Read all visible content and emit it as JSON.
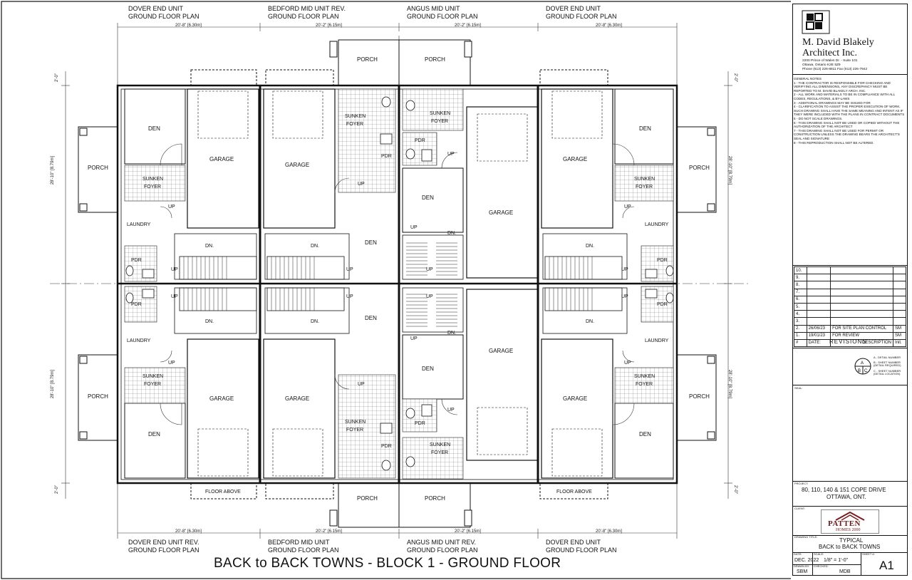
{
  "drawing": {
    "title": "BACK to BACK TOWNS - BLOCK 1 - GROUND FLOOR"
  },
  "top_headers": [
    {
      "line1": "DOVER END UNIT",
      "line2": "GROUND FLOOR PLAN",
      "dim": "20'-8\" [6.30m]"
    },
    {
      "line1": "BEDFORD MID UNIT REV.",
      "line2": "GROUND FLOOR PLAN",
      "dim": "20'-2\" [6.15m]"
    },
    {
      "line1": "ANGUS MID UNIT",
      "line2": "GROUND FLOOR PLAN",
      "dim": "20'-2\" [6.15m]"
    },
    {
      "line1": "DOVER END UNIT",
      "line2": "GROUND FLOOR PLAN",
      "dim": "20'-8\" [6.30m]"
    }
  ],
  "bottom_headers": [
    {
      "line1": "DOVER END UNIT REV.",
      "line2": "GROUND FLOOR PLAN",
      "dim": "20'-8\" [6.30m]"
    },
    {
      "line1": "BEDFORD MID UNIT",
      "line2": "GROUND FLOOR PLAN",
      "dim": "20'-2\" [6.15m]"
    },
    {
      "line1": "ANGUS MID UNIT REV.",
      "line2": "GROUND FLOOR PLAN",
      "dim": "20'-2\" [6.15m]"
    },
    {
      "line1": "DOVER END UNIT",
      "line2": "GROUND FLOOR PLAN",
      "dim": "20'-8\" [6.30m]"
    }
  ],
  "side_dims": {
    "porch": "2'-0\"",
    "unit": "28'-10\" [8.79m]"
  },
  "rooms": {
    "den": "DEN",
    "garage": "GARAGE",
    "porch": "PORCH",
    "sunken": "SUNKEN",
    "foyer": "FOYER",
    "laundry": "LAUNDRY",
    "pdr": "PDR",
    "up": "UP",
    "dn": "DN.",
    "floor_above": "FLOOR ABOVE"
  },
  "title_block": {
    "firm_line1": "M. David Blakely",
    "firm_line2": "Architect Inc.",
    "address1": "2200 Prince of Wales Dr. - Suite 101",
    "address2": "Ottawa, Ontario   K2E 5Z9",
    "phone": "Phone (613) 226-8811  Fax (613) 226-7942",
    "notes_title": "GENERAL NOTES",
    "notes": [
      "1 - THE CONTRACTOR IS RESPONSIBLE FOR CHECKING AND VERIFYING ALL DIMENSIONS, ANY DISCREPANCY MUST BE REPORTED TO M. DAVID BLAKELY ARCH. INC.",
      "2 - ALL WORK AND MATERIALS TO BE IN COMPLIANCE WITH ALL CODES, REGULATIONS, & BY-LAWS",
      "3 - ADDITIONAL DRAWINGS MAY BE ISSUED FOR",
      "4 - CLARIFICATION TO ASSIST THE PROPER EXECUTION OF WORK. SUCH DRAWING SHALL HAVE THE SAME MEANING AND INTENT AS IF THEY WERE INCLUDED WITH THE PLANS IN CONTRACT DOCUMENTS",
      "5 - DO NOT SCALE DRAWINGS.",
      "6 - THIS DRAWING SHALL NOT BE USED OR COPIED WITHOUT THE AUTHORIZATION OF THE ARCHITECT",
      "7 - THIS DRAWING SHALL NOT BE USED FOR PERMIT OR CONSTRUCTION UNLESS THE DRAWING BEARS THE ARCHITECT'S SEAL AND SIGNATURE",
      "8 - THIS REPRODUCTION SHALL NOT BE ALTERED."
    ],
    "revisions": [
      {
        "no": "10.",
        "date": "",
        "desc": "",
        "init": ""
      },
      {
        "no": "9.",
        "date": "",
        "desc": "",
        "init": ""
      },
      {
        "no": "8.",
        "date": "",
        "desc": "",
        "init": ""
      },
      {
        "no": "7.",
        "date": "",
        "desc": "",
        "init": ""
      },
      {
        "no": "6.",
        "date": "",
        "desc": "",
        "init": ""
      },
      {
        "no": "5.",
        "date": "",
        "desc": "",
        "init": ""
      },
      {
        "no": "4.",
        "date": "",
        "desc": "",
        "init": ""
      },
      {
        "no": "3.",
        "date": "",
        "desc": "",
        "init": ""
      },
      {
        "no": "2.",
        "date": "26/06/23",
        "desc": "FOR SITE PLAN CONTROL",
        "init": "SM"
      },
      {
        "no": "1.",
        "date": "19/01/23",
        "desc": "FOR REVIEW",
        "init": "SM"
      }
    ],
    "rev_header": {
      "no": "#",
      "date": "DATE:",
      "desc": "DESCRIPTION",
      "init": "Init."
    },
    "revisions_label": "REVISIONS",
    "legend": {
      "a": "A - DETAIL NUMBER",
      "b": "B - SHEET NUMBER (DETAIL REQUIRED)",
      "c": "C - SHEET NUMBER (DETAIL LOCATION)"
    },
    "seal_label": "SEAL:",
    "project_label": "PROJECT:",
    "project_line1": "80, 110, 140 & 151 COPE DRIVE",
    "project_line2": "OTTAWA, ONT.",
    "client_label": "CLIENT:",
    "client_logo1": "PATTEN",
    "client_logo2": "HOMES 2000",
    "drawing_title_label": "DRAWING TITLE:",
    "drawing_title1": "TYPICAL",
    "drawing_title2": "BACK to BACK TOWNS",
    "date_label": "DATE:",
    "date": "DEC. 2022",
    "scale_label": "SCALE:",
    "scale": "1/8\" = 1'-0\"",
    "sheet_label": "SHEET #:",
    "sheet": "A1",
    "drawn_label": "DRAWN BY:",
    "drawn": "SBM",
    "checked_label": "CHECKED:",
    "checked": "MDB"
  }
}
